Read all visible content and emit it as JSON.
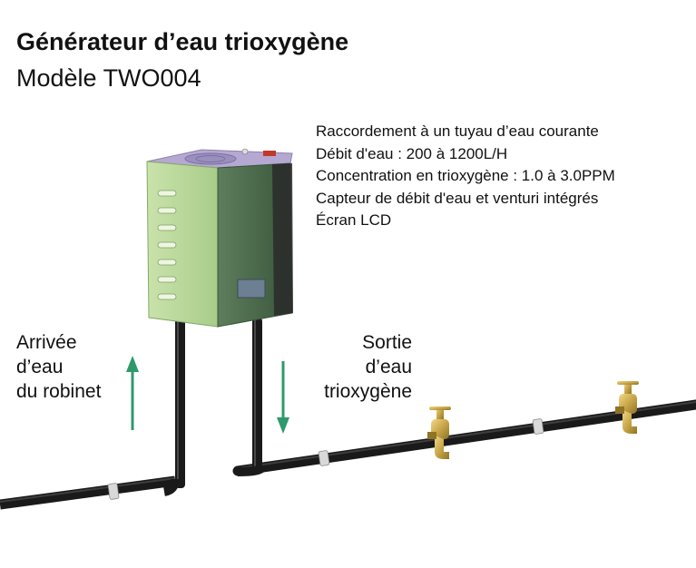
{
  "title": "Générateur d’eau trioxygène",
  "subtitle": "Modèle TWO004",
  "features": [
    "Raccordement à un tuyau d’eau courante",
    "Débit d'eau : 200 à 1200L/H",
    "Concentration en trioxygène : 1.0 à 3.0PPM",
    "Capteur de débit d'eau et venturi intégrés",
    "Écran LCD"
  ],
  "inlet_label": [
    "Arrivée",
    "d’eau",
    "du robinet"
  ],
  "outlet_label": [
    "Sortie",
    "d’eau",
    "trioxygène"
  ],
  "colors": {
    "arrow": "#2e9a6b",
    "unit_front": "#b8d898",
    "unit_side": "#4c6b4c",
    "unit_top": "#b5a8d2",
    "pipe": "#1a1a1a",
    "faucet": "#c9a648"
  },
  "icons": [
    "up-arrow-icon",
    "down-arrow-icon",
    "faucet-icon"
  ]
}
